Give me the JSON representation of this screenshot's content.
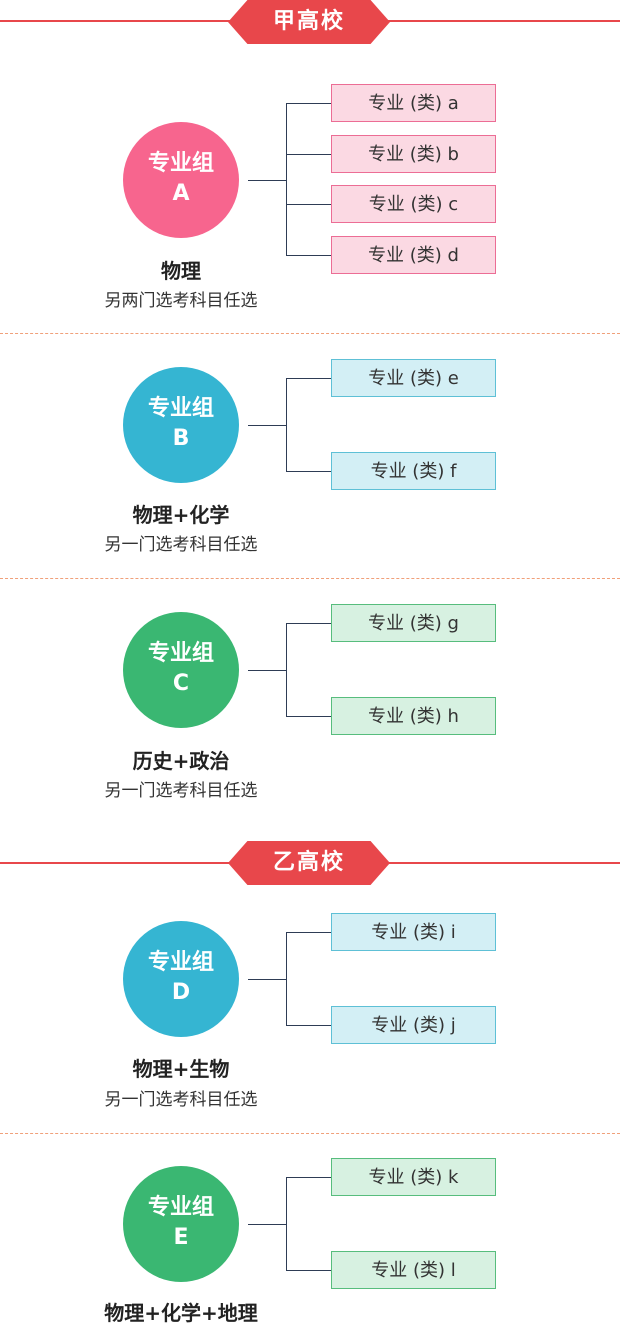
{
  "schools": [
    {
      "name": "甲高校"
    },
    {
      "name": "乙高校"
    }
  ],
  "groups": [
    {
      "line1": "专业组",
      "line2": "A",
      "subjects": "物理",
      "note": "另两门选考科目任选",
      "color": "#f7658e",
      "majors": [
        "专业 (类) a",
        "专业 (类) b",
        "专业 (类) c",
        "专业 (类) d"
      ]
    },
    {
      "line1": "专业组",
      "line2": "B",
      "subjects": "物理+化学",
      "note": "另一门选考科目任选",
      "color": "#35b5d2",
      "majors": [
        "专业 (类) e",
        "专业 (类) f"
      ]
    },
    {
      "line1": "专业组",
      "line2": "C",
      "subjects": "历史+政治",
      "note": "另一门选考科目任选",
      "color": "#3ab772",
      "majors": [
        "专业 (类) g",
        "专业 (类) h"
      ]
    },
    {
      "line1": "专业组",
      "line2": "D",
      "subjects": "物理+生物",
      "note": "另一门选考科目任选",
      "color": "#35b5d2",
      "majors": [
        "专业 (类) i",
        "专业 (类) j"
      ]
    },
    {
      "line1": "专业组",
      "line2": "E",
      "subjects": "物理+化学+地理",
      "color": "#3ab772",
      "majors": [
        "专业 (类) k",
        "专业 (类) l"
      ]
    }
  ]
}
